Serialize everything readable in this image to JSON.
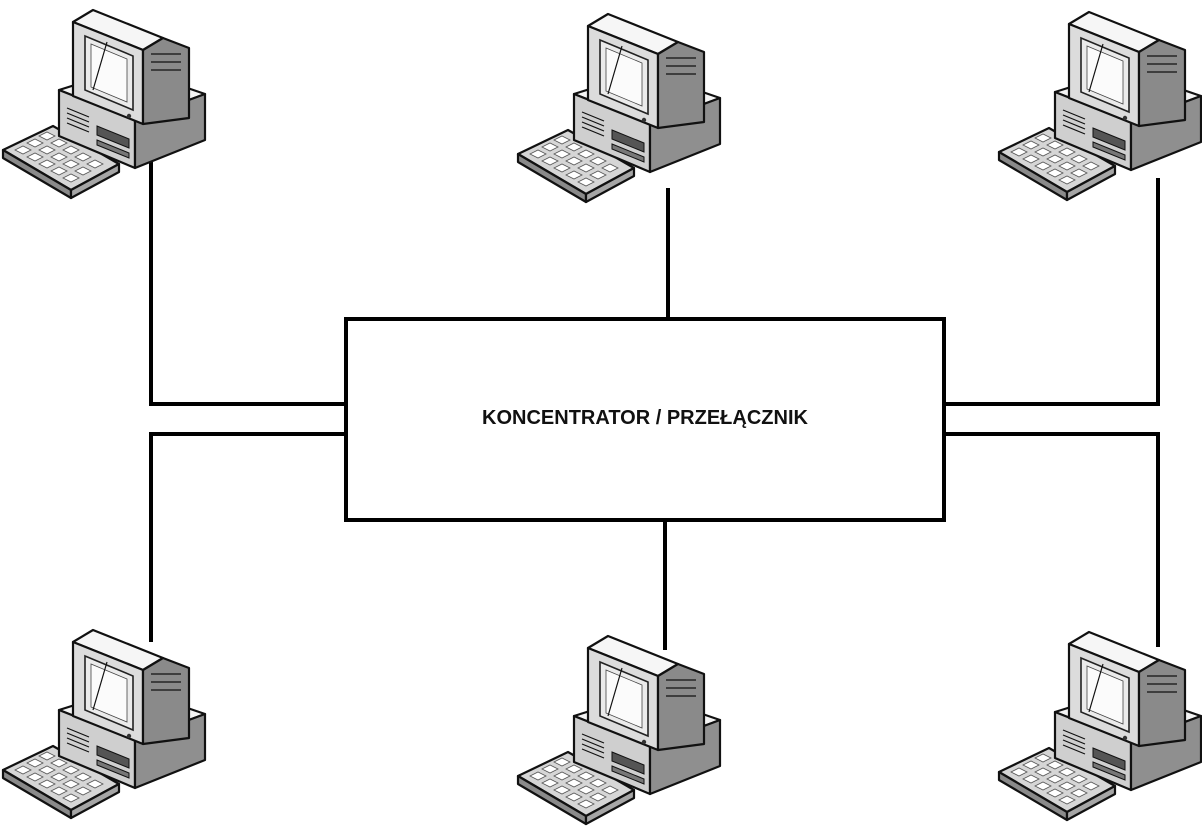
{
  "diagram": {
    "hub_label": "KONCENTRATOR / PRZEŁĄCZNIK",
    "nodes": [
      {
        "id": "workstation-top-left",
        "icon": "desktop-computer-icon"
      },
      {
        "id": "workstation-top-center",
        "icon": "desktop-computer-icon"
      },
      {
        "id": "workstation-top-right",
        "icon": "desktop-computer-icon"
      },
      {
        "id": "workstation-bottom-left",
        "icon": "desktop-computer-icon"
      },
      {
        "id": "workstation-bottom-center",
        "icon": "desktop-computer-icon"
      },
      {
        "id": "workstation-bottom-right",
        "icon": "desktop-computer-icon"
      }
    ],
    "colors": {
      "line": "#000000",
      "background": "#ffffff",
      "computer_light": "#f2f2f2",
      "computer_mid": "#c8c8c8",
      "computer_dark": "#7a7a7a",
      "screen": "#e4e4e4"
    }
  }
}
